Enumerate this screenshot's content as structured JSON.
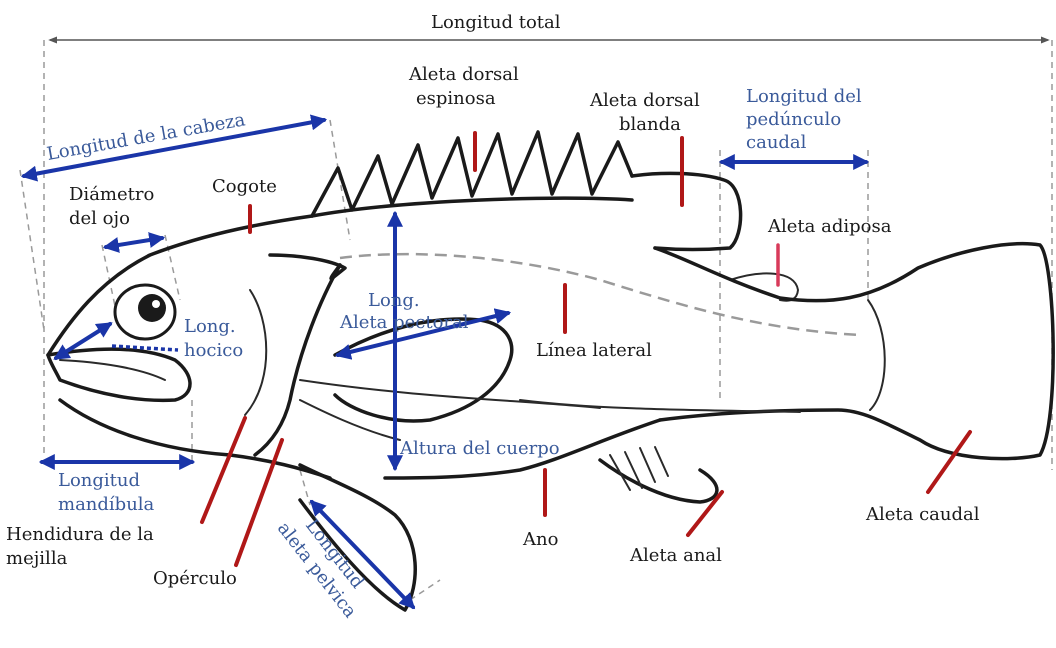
{
  "labels": {
    "total_length": "Longitud total",
    "head_length": "Longitud de la cabeza",
    "spiny_dorsal": [
      "Aleta dorsal",
      "espinosa"
    ],
    "soft_dorsal": [
      "Aleta dorsal",
      "blanda"
    ],
    "peduncle_length": [
      "Longitud del",
      "pedúnculo",
      "caudal"
    ],
    "eye_diameter": [
      "Diámetro",
      "del ojo"
    ],
    "nape": "Cogote",
    "adipose_fin": "Aleta adiposa",
    "snout_length": [
      "Long.",
      "hocico"
    ],
    "pectoral_length": [
      "Long.",
      "Aleta pectoral"
    ],
    "lateral_line": "Línea lateral",
    "body_depth": "Altura del cuerpo",
    "mandible_length": [
      "Longitud",
      "mandíbula"
    ],
    "cheek_cleft": [
      "Hendidura de la",
      "mejilla"
    ],
    "operculum": "Opérculo",
    "pelvic_length": [
      "Longitud",
      "aleta pelvica"
    ],
    "anus": "Ano",
    "anal_fin": "Aleta anal",
    "caudal_fin": "Aleta caudal"
  },
  "colors": {
    "part_pointer": "#b01818",
    "measurement_arrow": "#1a35a8",
    "measurement_text": "#3a5a9a",
    "adipose_pointer": "#d83a5a",
    "outline": "#1a1a1a"
  }
}
